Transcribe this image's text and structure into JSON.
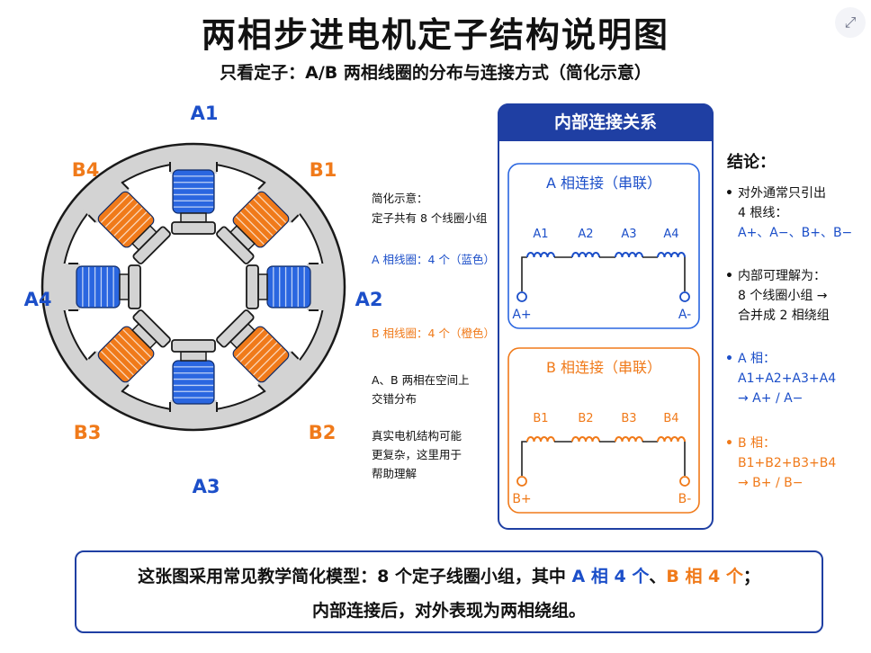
{
  "title": "两相步进电机定子结构说明图",
  "subtitle": "只看定子：A/B 两相线圈的分布与连接方式（简化示意）",
  "stator": {
    "labels": {
      "A1": "A1",
      "B1": "B1",
      "A2": "A2",
      "B2": "B2",
      "A3": "A3",
      "B3": "B3",
      "A4": "A4",
      "B4": "B4"
    },
    "colors": {
      "a_phase": "#2a66e0",
      "b_phase": "#f07a1a",
      "stator": "#d3d3d3",
      "outline": "#1a1a1a"
    }
  },
  "notes": {
    "line1": "简化示意：",
    "line2": "定子共有 8 个线圈小组",
    "a_coil": "A 相线圈：4 个（蓝色）",
    "b_coil": "B 相线圈：4 个（橙色）",
    "stagger1": "A、B 两相在空间上",
    "stagger2": "交错分布",
    "real1": "真实电机结构可能",
    "real2": "更复杂，这里用于",
    "real3": "帮助理解"
  },
  "connection": {
    "header": "内部连接关系",
    "a_title": "A 相连接（串联）",
    "a_coils": [
      "A1",
      "A2",
      "A3",
      "A4"
    ],
    "a_plus": "A+",
    "a_minus": "A-",
    "b_title": "B 相连接（串联）",
    "b_coils": [
      "B1",
      "B2",
      "B3",
      "B4"
    ],
    "b_plus": "B+",
    "b_minus": "B-"
  },
  "conclusion": {
    "title": "结论：",
    "p1_l1": "对外通常只引出",
    "p1_l2": "4 根线：",
    "p1_l3": "A+、A−、B+、B−",
    "p2_l1": "内部可理解为：",
    "p2_l2": "8 个线圈小组 →",
    "p2_l3": "合并成 2 相绕组",
    "p3_l1": "A 相：",
    "p3_l2": "A1+A2+A3+A4",
    "p3_l3": "→ A+ / A−",
    "p4_l1": "B 相：",
    "p4_l2": "B1+B2+B3+B4",
    "p4_l3": "→ B+ / B−",
    "bullet": "•"
  },
  "bottom": {
    "l1_a": "这张图采用常见教学简化模型：8 个定子线圈小组，其中 ",
    "l1_b": "A 相 4 个",
    "l1_c": "、",
    "l1_d": "B 相 4 个",
    "l1_e": "；",
    "l2": "内部连接后，对外表现为两相绕组。"
  },
  "icons": {
    "expand": "expand-icon"
  }
}
